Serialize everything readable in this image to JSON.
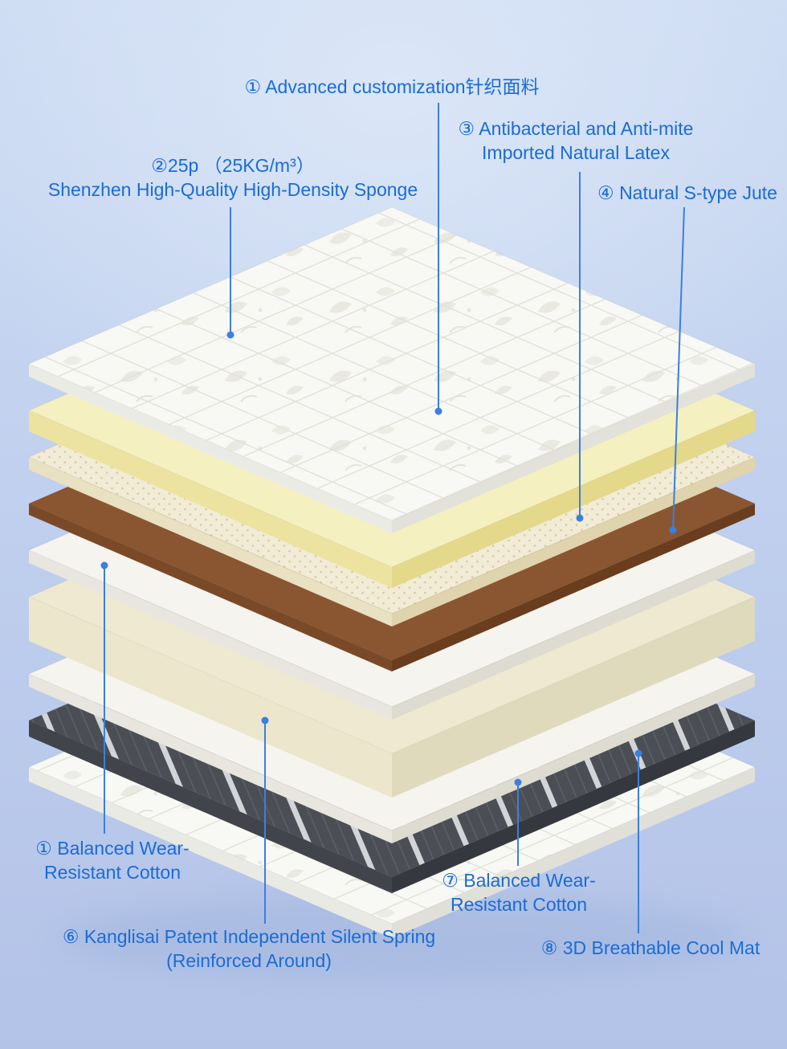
{
  "colors": {
    "background_top": "#ccdbf3",
    "background_bottom": "#b3c3e8",
    "background_highlight": "#dbe6f7",
    "label_text": "#1a6cd6",
    "leader_line": "#3a80de"
  },
  "labels": {
    "fabric": {
      "text": "① Advanced customization针织面料"
    },
    "latex": {
      "line1": "③ Antibacterial and Anti-mite",
      "line2": "Imported Natural Latex"
    },
    "sponge": {
      "line1": "②25p （25KG/m³）",
      "line2": "Shenzhen High-Quality High-Density Sponge"
    },
    "jute": {
      "text": "④ Natural S-type Jute"
    },
    "cotton_left": {
      "line1": "① Balanced Wear-",
      "line2": "Resistant Cotton"
    },
    "spring": {
      "line1": "⑥ Kanglisai Patent Independent Silent Spring",
      "line2": "(Reinforced Around)"
    },
    "cotton_right": {
      "line1": "⑦ Balanced Wear-",
      "line2": "Resistant Cotton"
    },
    "cool_mat": {
      "text": "⑧ 3D Breathable Cool Mat"
    }
  },
  "layers": [
    {
      "name": "knitted-fabric-top",
      "texture": "quilted",
      "top_color": "#f8f8f5",
      "side_left": "#ebebe6",
      "side_right": "#e2e2db"
    },
    {
      "name": "high-density-sponge",
      "texture": "plain",
      "top_color": "#f5f0bf",
      "side_left": "#ede3a0",
      "side_right": "#e4d88b"
    },
    {
      "name": "natural-latex",
      "texture": "pinhole-dots",
      "top_color": "#f2ebd5",
      "side_left": "#eae0c2",
      "side_right": "#e0d4ae"
    },
    {
      "name": "s-type-jute",
      "texture": "plain",
      "top_color": "#8a5632",
      "side_left": "#7a4a28",
      "side_right": "#693d1e"
    },
    {
      "name": "wear-resistant-cotton-upper",
      "texture": "plain",
      "top_color": "#f5f4ef",
      "side_left": "#e8e6de",
      "side_right": "#dedbd1"
    },
    {
      "name": "independent-spring",
      "texture": "coils",
      "top_color": "#efe9d2",
      "side_left": "#ece6cd",
      "side_right": "#e0dabd"
    },
    {
      "name": "wear-resistant-cotton-lower",
      "texture": "plain",
      "top_color": "#f5f4ef",
      "side_left": "#e8e6de",
      "side_right": "#dedbd1"
    },
    {
      "name": "3d-breathable-mesh",
      "texture": "diagonal-stripes",
      "top_color": "#4b4f55",
      "side_left": "#41454b",
      "side_right": "#35393f"
    },
    {
      "name": "knitted-fabric-bottom",
      "texture": "quilted",
      "top_color": "#f7f7f4",
      "side_left": "#eaeae4",
      "side_right": "#e0e0d9"
    }
  ]
}
